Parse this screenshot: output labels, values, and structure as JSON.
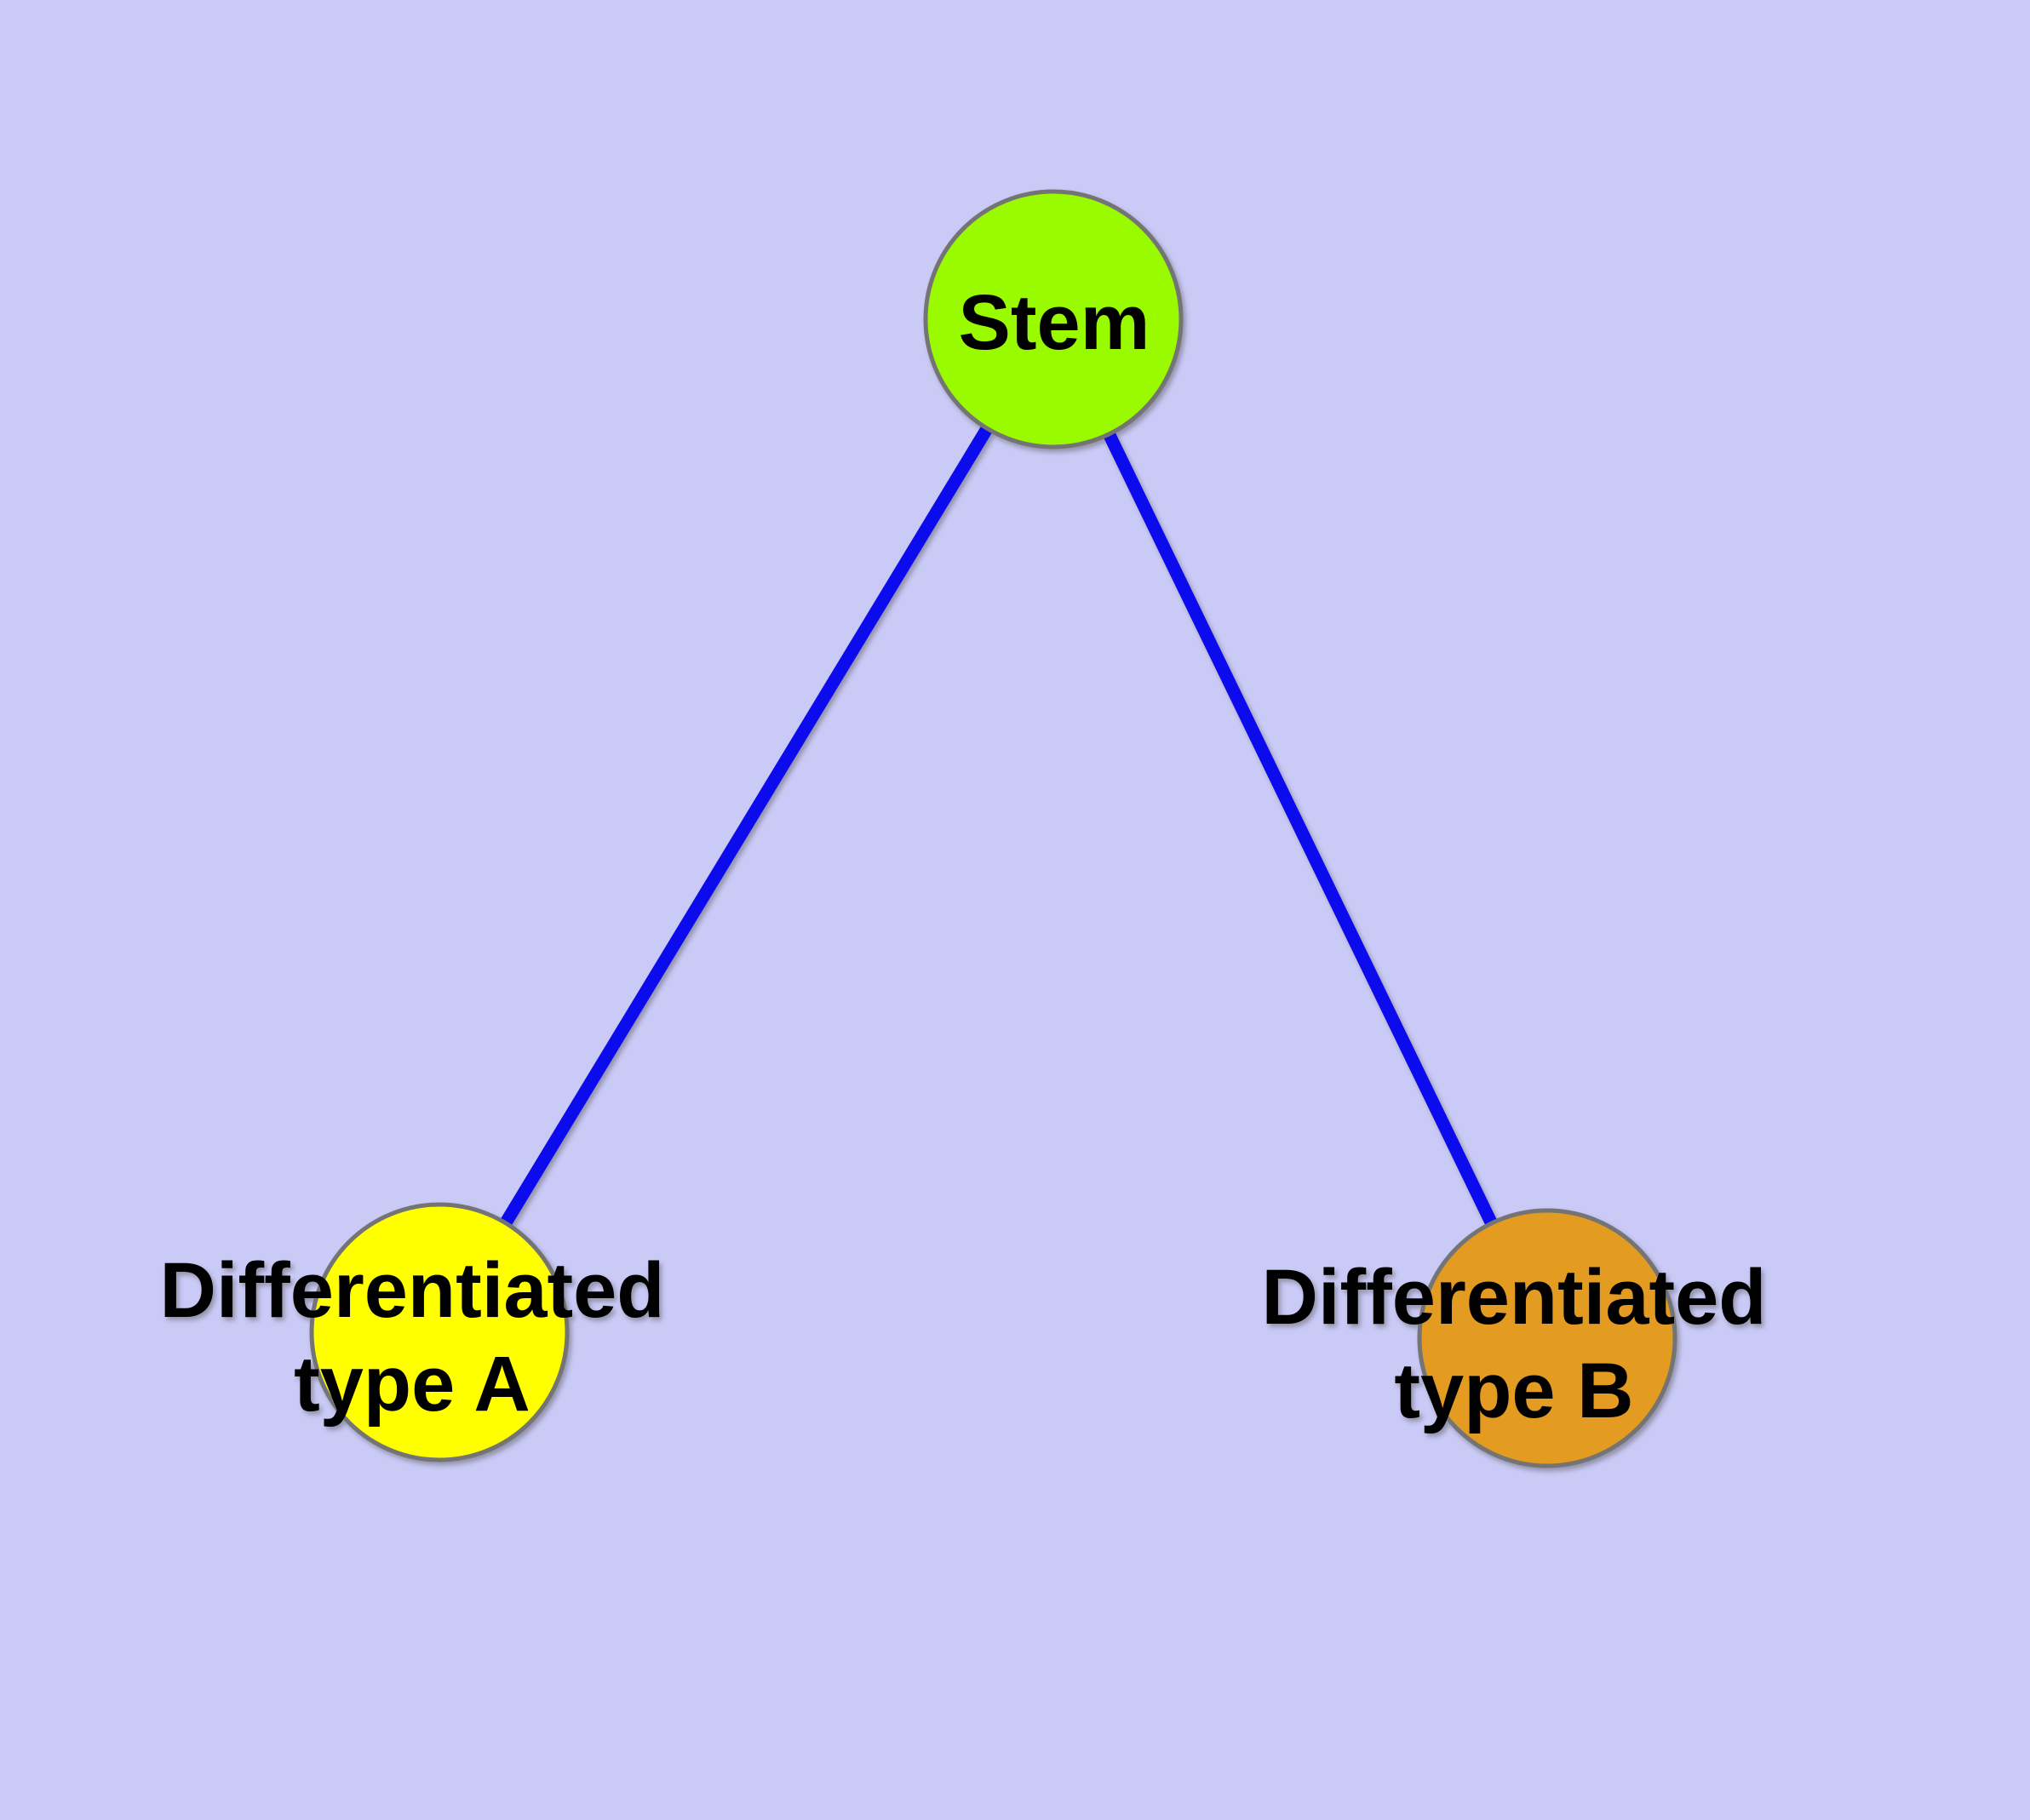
{
  "diagram": {
    "background_color": "#CACAF7",
    "edge_color": "#0B0BEE",
    "node_border_color": "#747474",
    "label_color": "#000000",
    "nodes": [
      {
        "id": "stem",
        "label": "Stem",
        "lines": [
          "Stem"
        ],
        "fill": "#9AFB00"
      },
      {
        "id": "type-a",
        "label": "Differentiated type A",
        "lines": [
          "Differentiated",
          "type A"
        ],
        "fill": "#FFFF00"
      },
      {
        "id": "type-b",
        "label": "Differentiated type B",
        "lines": [
          "Differentiated",
          "type B"
        ],
        "fill": "#E39B21"
      }
    ],
    "edges": [
      {
        "from": "Stem",
        "to": "Differentiated type A"
      },
      {
        "from": "Stem",
        "to": "Differentiated type B"
      }
    ]
  }
}
